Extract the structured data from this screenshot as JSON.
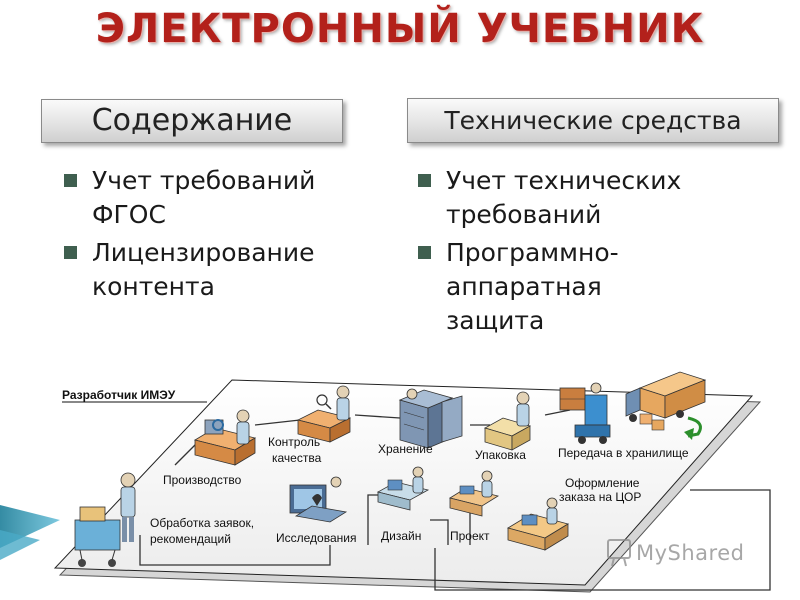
{
  "title": "ЭЛЕКТРОННЫЙ УЧЕБНИК",
  "left": {
    "header": "Содержание",
    "items": [
      {
        "line1": "Учет требований",
        "line2": "ФГОС"
      },
      {
        "line1": "Лицензирование",
        "line2": "контента"
      }
    ]
  },
  "right": {
    "header": "Технические средства",
    "items": [
      {
        "line1": "Учет технических",
        "line2": "требований"
      },
      {
        "line1": "Программно-",
        "line2": "аппаратная",
        "line3": "защита"
      }
    ]
  },
  "diagram": {
    "title": "Разработчик ИМЭУ",
    "steps": {
      "orders_1": "Обработка заявок,",
      "orders_2": "рекомендаций",
      "production": "Производство",
      "qc_1": "Контроль",
      "qc_2": "качества",
      "storage": "Хранение",
      "packing": "Упаковка",
      "transfer": "Передача в хранилище",
      "research": "Исследования",
      "design": "Дизайн",
      "project": "Проект",
      "registration_1": "Оформление",
      "registration_2": "заказа на ЦОР"
    }
  },
  "watermark": "MyShared",
  "colors": {
    "title": "#b3211b",
    "bullet": "#3f5f4f",
    "accent_arrow": "#2c8f2c"
  }
}
